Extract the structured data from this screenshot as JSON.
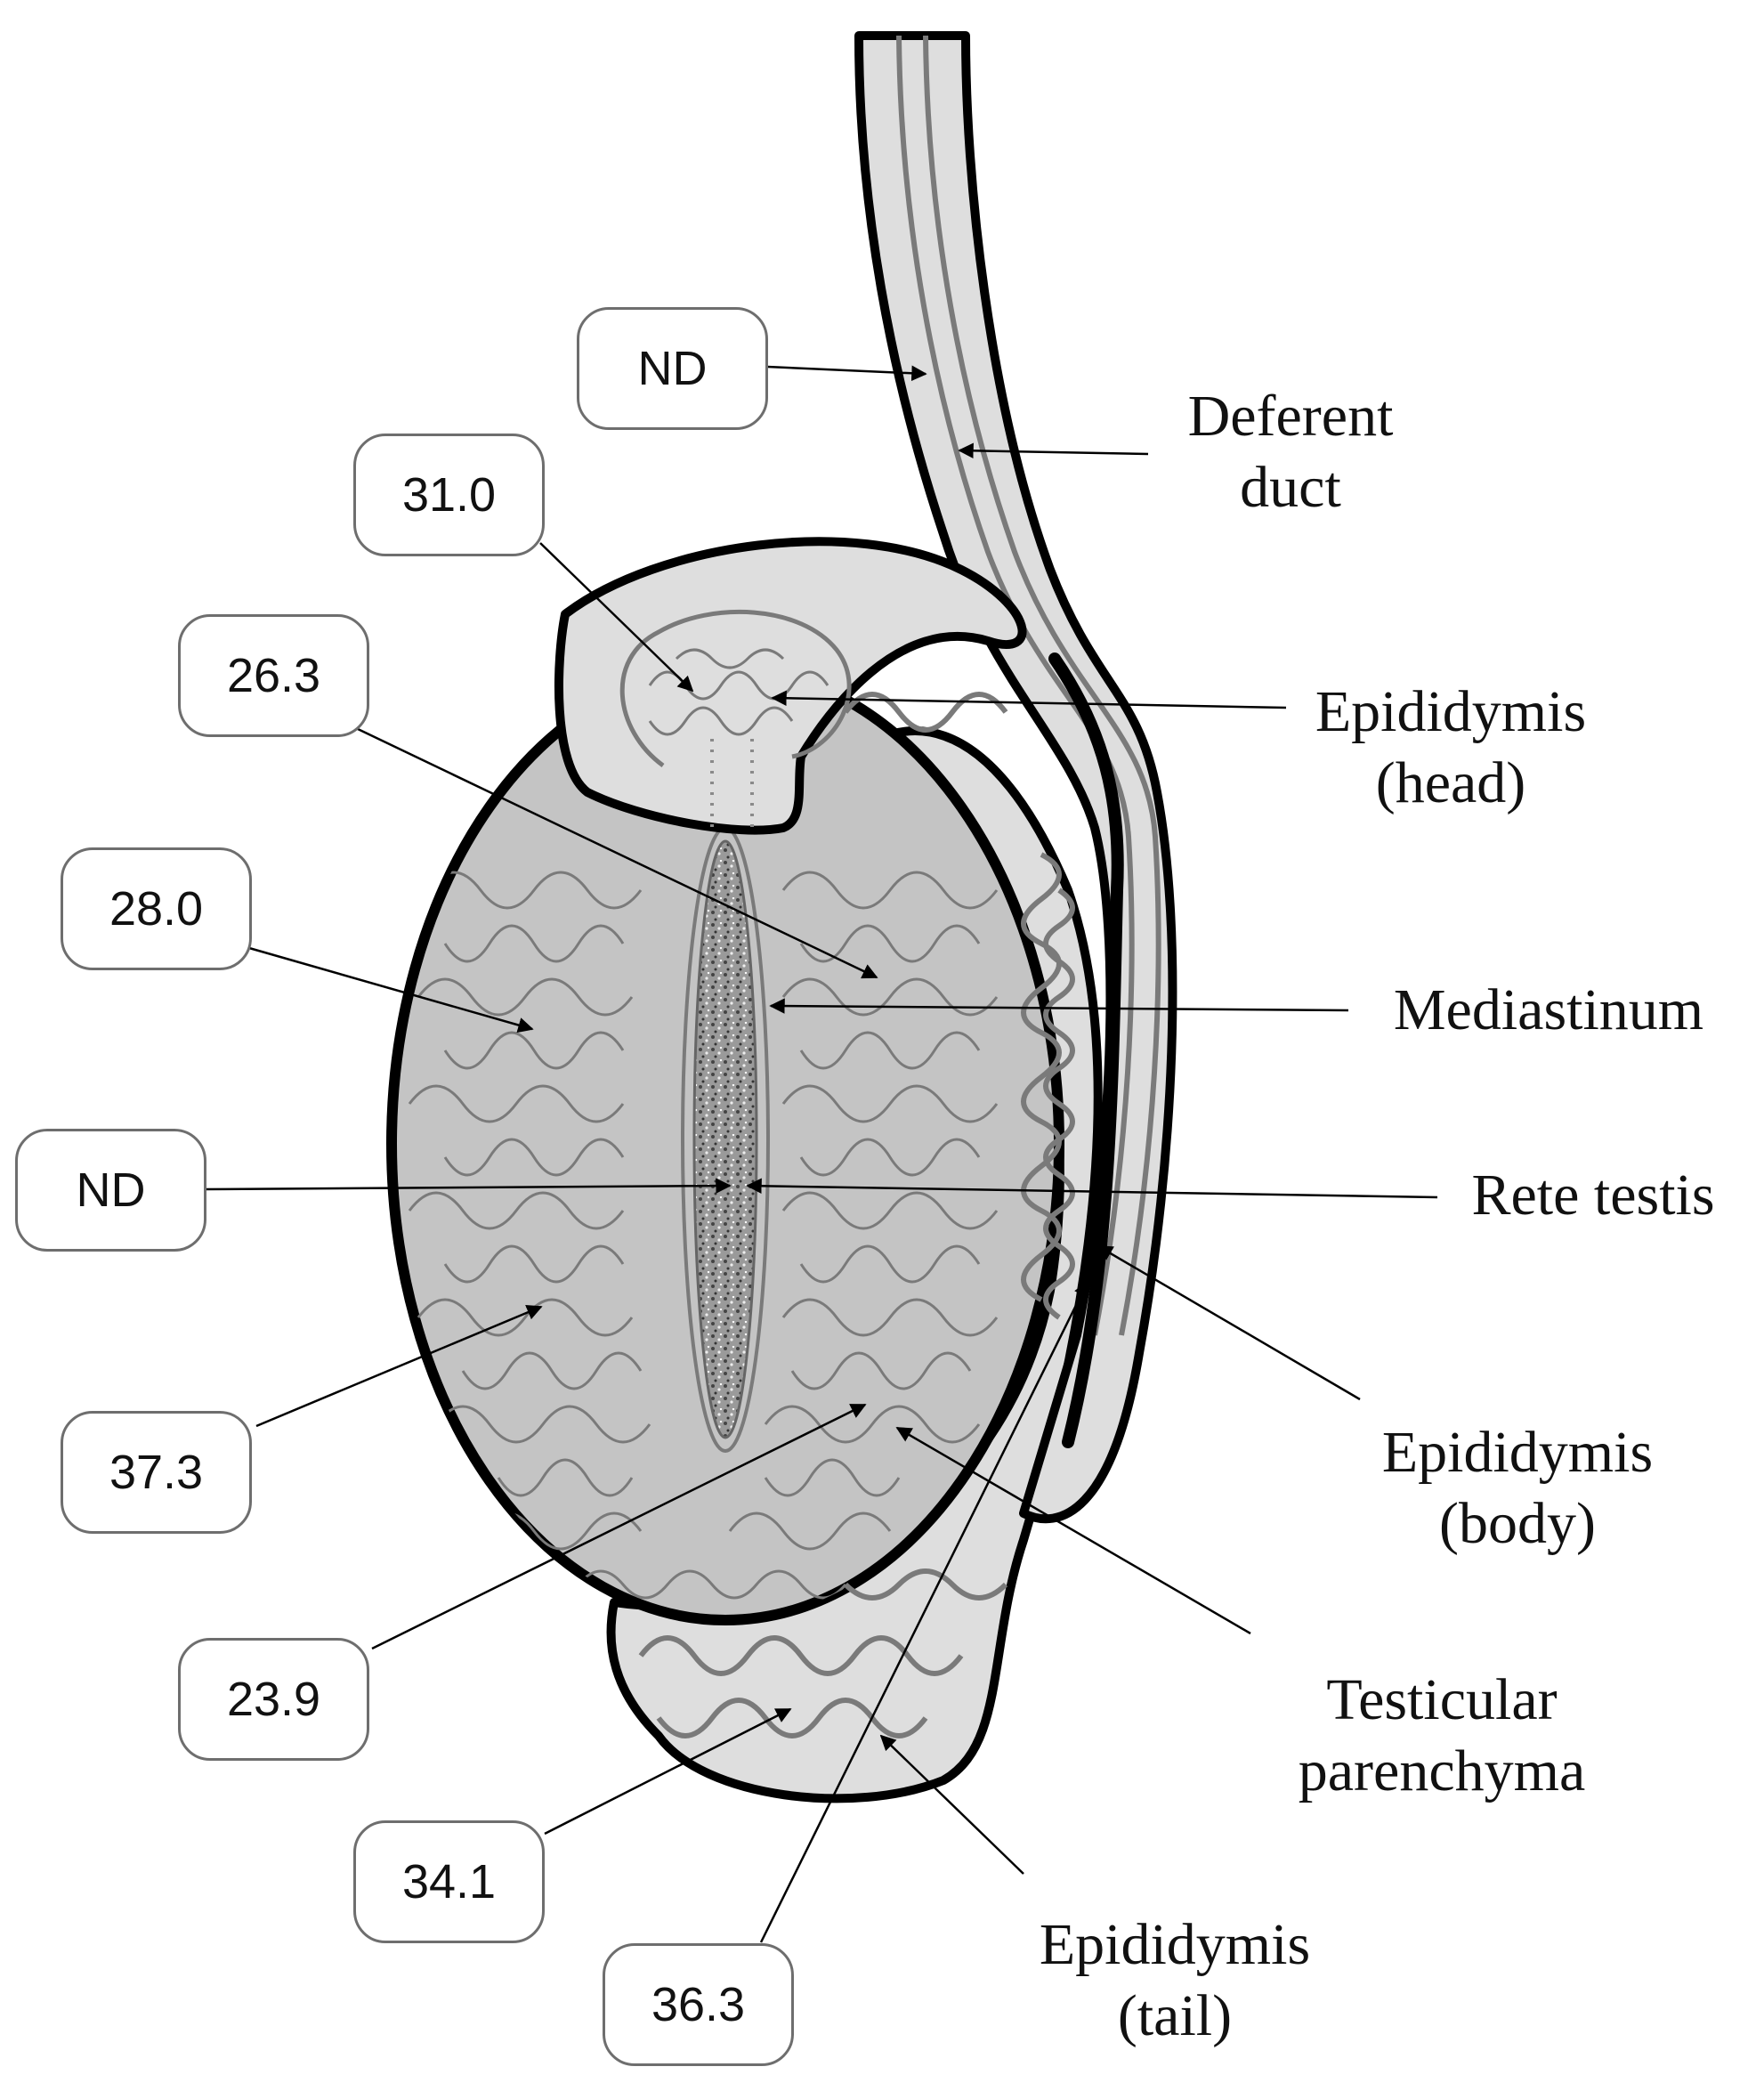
{
  "structures": {
    "deferent_duct": [
      "Deferent",
      "duct"
    ],
    "epididymis_head": [
      "Epididymis",
      "(head)"
    ],
    "mediastinum": [
      "Mediastinum"
    ],
    "rete_testis": [
      "Rete testis"
    ],
    "epididymis_body": [
      "Epididymis",
      "(body)"
    ],
    "testicular_parenchyma": [
      "Testicular",
      "parenchyma"
    ],
    "epididymis_tail": [
      "Epididymis",
      "(tail)"
    ]
  },
  "values": {
    "deferent_duct": "ND",
    "epididymis_head": "31.0",
    "mediastinum": "26.3",
    "parenchyma_upper": "28.0",
    "rete_testis": "ND",
    "parenchyma_lower": "37.3",
    "parenchyma_inner": "23.9",
    "epididymis_tail": "34.1",
    "epididymis_body": "36.3"
  },
  "colors": {
    "outline": "#000000",
    "testis_fill": "#c4c4c4",
    "epididymis_fill": "#dedede",
    "tubule": "#7a7a7a",
    "mediastinum_fill": "#8c8c8c",
    "box_border": "#6e6e6e"
  }
}
